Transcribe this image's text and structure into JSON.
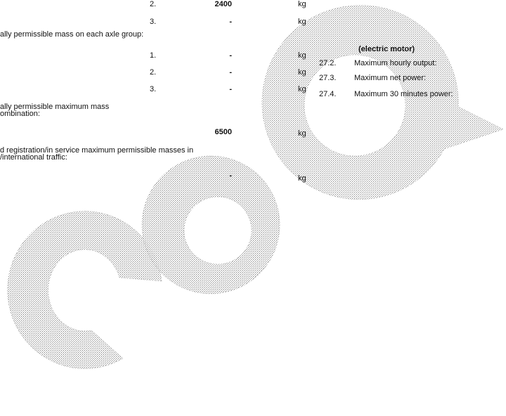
{
  "row_axle2": {
    "index": "2.",
    "value": "2400",
    "unit": "kg"
  },
  "row_axle3": {
    "index": "3.",
    "value": "-",
    "unit": "kg"
  },
  "axle_group_heading": "ally permissible mass on each axle group:",
  "group_rows": [
    {
      "index": "1.",
      "value": "-",
      "unit": "kg"
    },
    {
      "index": "2.",
      "value": "-",
      "unit": "kg"
    },
    {
      "index": "3.",
      "value": "-",
      "unit": "kg"
    }
  ],
  "combination_heading_line1": "ally permissible maximum mass",
  "combination_heading_line2": "ombination:",
  "combination_value": "6500",
  "combination_unit": "kg",
  "intl_heading_line1": "d registration/in service maximum permissible masses in",
  "intl_heading_line2": "/international traffic:",
  "intl_value": "-",
  "intl_unit": "kg",
  "electric_motor_heading": "(electric motor)",
  "motor_items": [
    {
      "number": "27.2.",
      "label": "Maximum hourly output:"
    },
    {
      "number": "27.3.",
      "label": "Maximum net power:"
    },
    {
      "number": "27.4.",
      "label": "Maximum 30 minutes power:"
    }
  ],
  "watermark_color": "#8a8a8a"
}
